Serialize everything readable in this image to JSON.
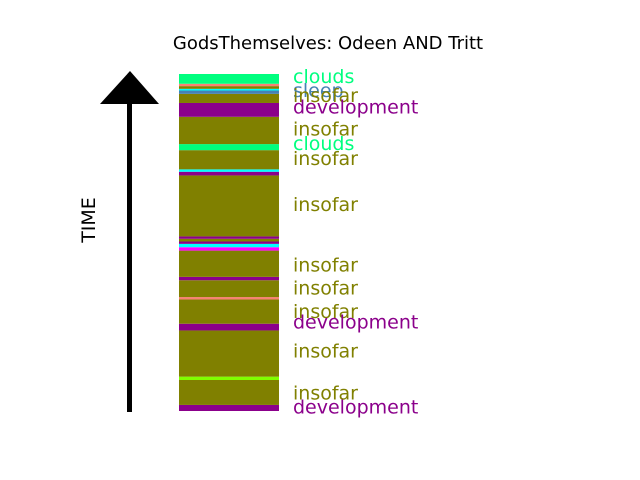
{
  "chart_data": {
    "type": "stacked-timeline",
    "title": "GodsThemselves: Odeen AND Tritt",
    "ylabel": "TIME",
    "axis_direction": "up",
    "categories": [
      "clouds",
      "sleep",
      "insofar",
      "development"
    ],
    "colors": {
      "clouds": "#00ff7f",
      "sleep": "#4682b4",
      "insofar": "#808000",
      "development": "#8b008b",
      "cyan": "#00ffff",
      "magenta": "#ff00ff",
      "salmon": "#fa8072",
      "chartreuse": "#7fff00"
    },
    "y_range": [
      0,
      100
    ],
    "segments": [
      {
        "start": 0.0,
        "end": 1.8,
        "color": "development"
      },
      {
        "start": 1.8,
        "end": 9.2,
        "color": "insofar"
      },
      {
        "start": 9.2,
        "end": 10.2,
        "color": "chartreuse"
      },
      {
        "start": 10.2,
        "end": 23.9,
        "color": "insofar"
      },
      {
        "start": 23.9,
        "end": 25.9,
        "color": "development"
      },
      {
        "start": 25.9,
        "end": 33.1,
        "color": "insofar"
      },
      {
        "start": 33.1,
        "end": 33.8,
        "color": "salmon"
      },
      {
        "start": 33.8,
        "end": 38.8,
        "color": "insofar"
      },
      {
        "start": 38.8,
        "end": 39.8,
        "color": "development"
      },
      {
        "start": 39.8,
        "end": 47.6,
        "color": "insofar"
      },
      {
        "start": 47.6,
        "end": 48.6,
        "color": "magenta"
      },
      {
        "start": 48.6,
        "end": 49.6,
        "color": "cyan"
      },
      {
        "start": 49.6,
        "end": 50.3,
        "color": "development"
      },
      {
        "start": 50.3,
        "end": 51.1,
        "color": "insofar"
      },
      {
        "start": 51.1,
        "end": 51.8,
        "color": "development"
      },
      {
        "start": 51.8,
        "end": 69.9,
        "color": "insofar"
      },
      {
        "start": 69.9,
        "end": 71.0,
        "color": "development"
      },
      {
        "start": 71.0,
        "end": 71.7,
        "color": "cyan"
      },
      {
        "start": 71.7,
        "end": 77.4,
        "color": "insofar"
      },
      {
        "start": 77.4,
        "end": 79.2,
        "color": "clouds"
      },
      {
        "start": 79.2,
        "end": 87.3,
        "color": "insofar"
      },
      {
        "start": 87.3,
        "end": 91.4,
        "color": "development"
      },
      {
        "start": 91.4,
        "end": 94.1,
        "color": "insofar"
      },
      {
        "start": 94.1,
        "end": 95.1,
        "color": "sleep"
      },
      {
        "start": 95.1,
        "end": 95.6,
        "color": "cyan"
      },
      {
        "start": 95.6,
        "end": 96.4,
        "color": "insofar"
      },
      {
        "start": 96.4,
        "end": 97.1,
        "color": "salmon"
      },
      {
        "start": 97.1,
        "end": 100.0,
        "color": "clouds"
      }
    ],
    "labels": [
      {
        "text": "clouds",
        "at": 99.4,
        "color": "clouds"
      },
      {
        "text": "sleep",
        "at": 95.2,
        "color": "sleep"
      },
      {
        "text": "insofar",
        "at": 93.7,
        "color": "insofar"
      },
      {
        "text": "development",
        "at": 90.3,
        "color": "development"
      },
      {
        "text": "insofar",
        "at": 83.8,
        "color": "insofar"
      },
      {
        "text": "clouds",
        "at": 79.6,
        "color": "clouds"
      },
      {
        "text": "insofar",
        "at": 75.1,
        "color": "insofar"
      },
      {
        "text": "insofar",
        "at": 61.4,
        "color": "insofar"
      },
      {
        "text": "insofar",
        "at": 43.5,
        "color": "insofar"
      },
      {
        "text": "insofar",
        "at": 36.6,
        "color": "insofar"
      },
      {
        "text": "insofar",
        "at": 29.7,
        "color": "insofar"
      },
      {
        "text": "development",
        "at": 26.6,
        "color": "development"
      },
      {
        "text": "insofar",
        "at": 17.9,
        "color": "insofar"
      },
      {
        "text": "insofar",
        "at": 5.5,
        "color": "insofar"
      },
      {
        "text": "development",
        "at": 1.4,
        "color": "development"
      }
    ]
  }
}
